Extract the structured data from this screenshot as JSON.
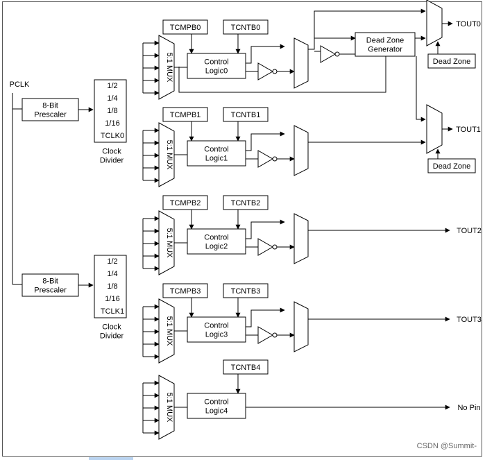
{
  "pclk": "PCLK",
  "prescalers": [
    {
      "label": "8-Bit\nPrescaler"
    },
    {
      "label": "8-Bit\nPrescaler"
    }
  ],
  "dividers": [
    {
      "taps": [
        "1/2",
        "1/4",
        "1/8",
        "1/16",
        "TCLK0"
      ],
      "caption": "Clock\nDivider"
    },
    {
      "taps": [
        "1/2",
        "1/4",
        "1/8",
        "1/16",
        "TCLK1"
      ],
      "caption": "Clock\nDivider"
    }
  ],
  "mux_label": "5:1 MUX",
  "channels": [
    {
      "cmp": "TCMPB0",
      "cnt": "TCNTB0",
      "logic": "Control\nLogic0",
      "out": "TOUT0"
    },
    {
      "cmp": "TCMPB1",
      "cnt": "TCNTB1",
      "logic": "Control\nLogic1",
      "out": "TOUT1"
    },
    {
      "cmp": "TCMPB2",
      "cnt": "TCNTB2",
      "logic": "Control\nLogic2",
      "out": "TOUT2"
    },
    {
      "cmp": "TCMPB3",
      "cnt": "TCNTB3",
      "logic": "Control\nLogic3",
      "out": "TOUT3"
    },
    {
      "cmp": "",
      "cnt": "TCNTB4",
      "logic": "Control\nLogic4",
      "out": "No Pin"
    }
  ],
  "dead_zone_generator": "Dead Zone\nGenerator",
  "dead_zone": "Dead Zone",
  "watermark": "CSDN @Summit-"
}
